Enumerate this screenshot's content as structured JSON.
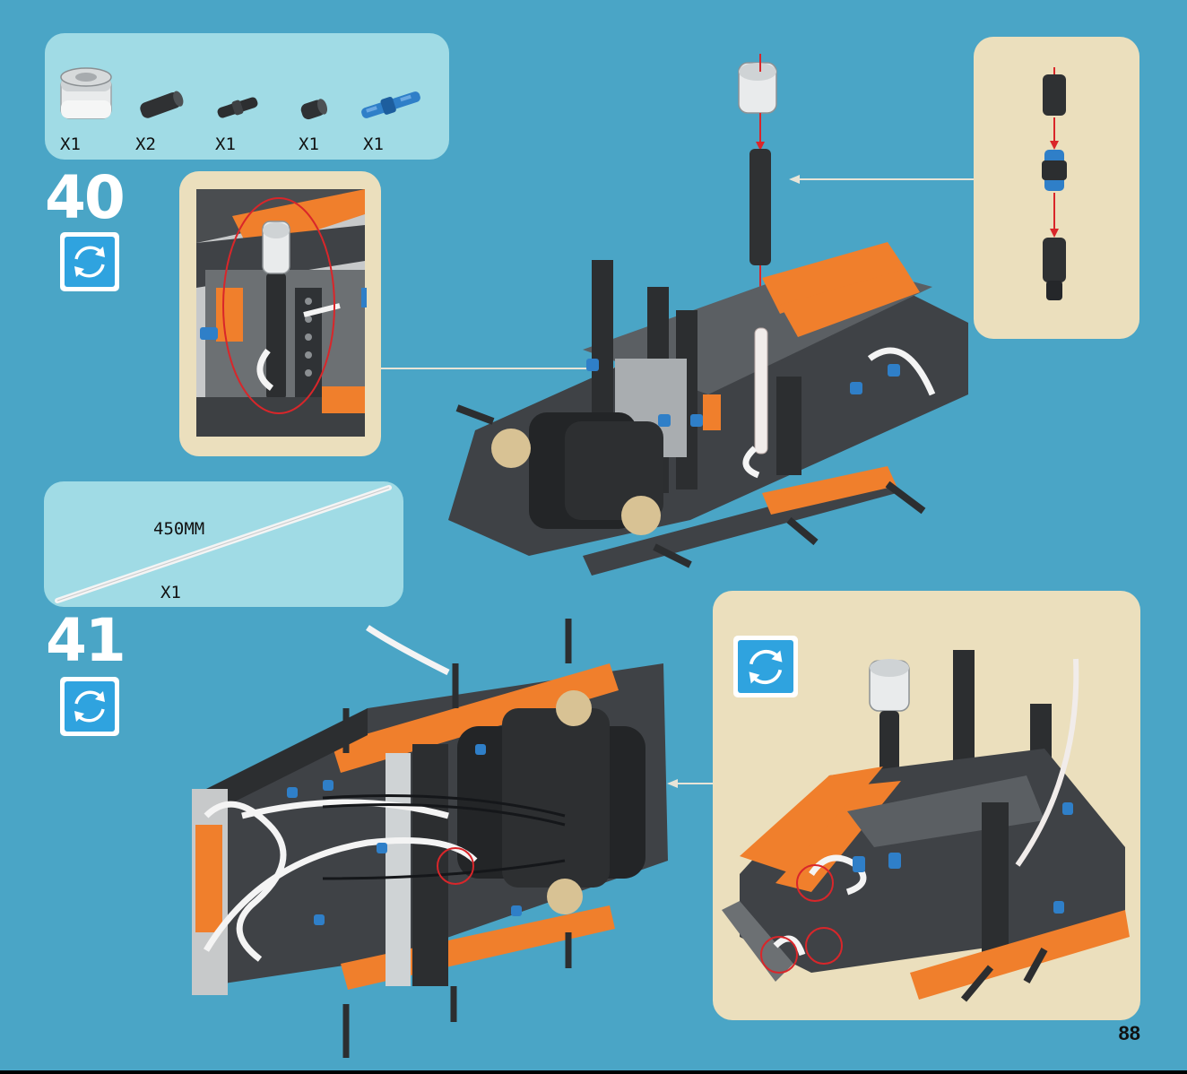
{
  "step40": {
    "number": "40",
    "parts": [
      {
        "icon": "wheel-part-icon",
        "quantity": "X1"
      },
      {
        "icon": "black-bush-part-icon",
        "quantity": "X2"
      },
      {
        "icon": "black-pin-part-icon",
        "quantity": "X1"
      },
      {
        "icon": "black-short-bush-part-icon",
        "quantity": "X1"
      },
      {
        "icon": "blue-pin-part-icon",
        "quantity": "X1"
      }
    ]
  },
  "step41": {
    "number": "41",
    "parts": [
      {
        "icon": "hose-part-icon",
        "length": "450MM",
        "quantity": "X1"
      }
    ]
  },
  "page_number": "88",
  "colors": {
    "background": "#4aa5c6",
    "callout_blue": "#a0dbe5",
    "callout_beige": "#ebdfbd",
    "accent_orange": "#f07f2c",
    "beam_dark": "#3f4246",
    "pin_blue": "#2f7fc8",
    "highlight_red": "#d9262a",
    "rotate_icon_blue": "#2fa3df"
  }
}
